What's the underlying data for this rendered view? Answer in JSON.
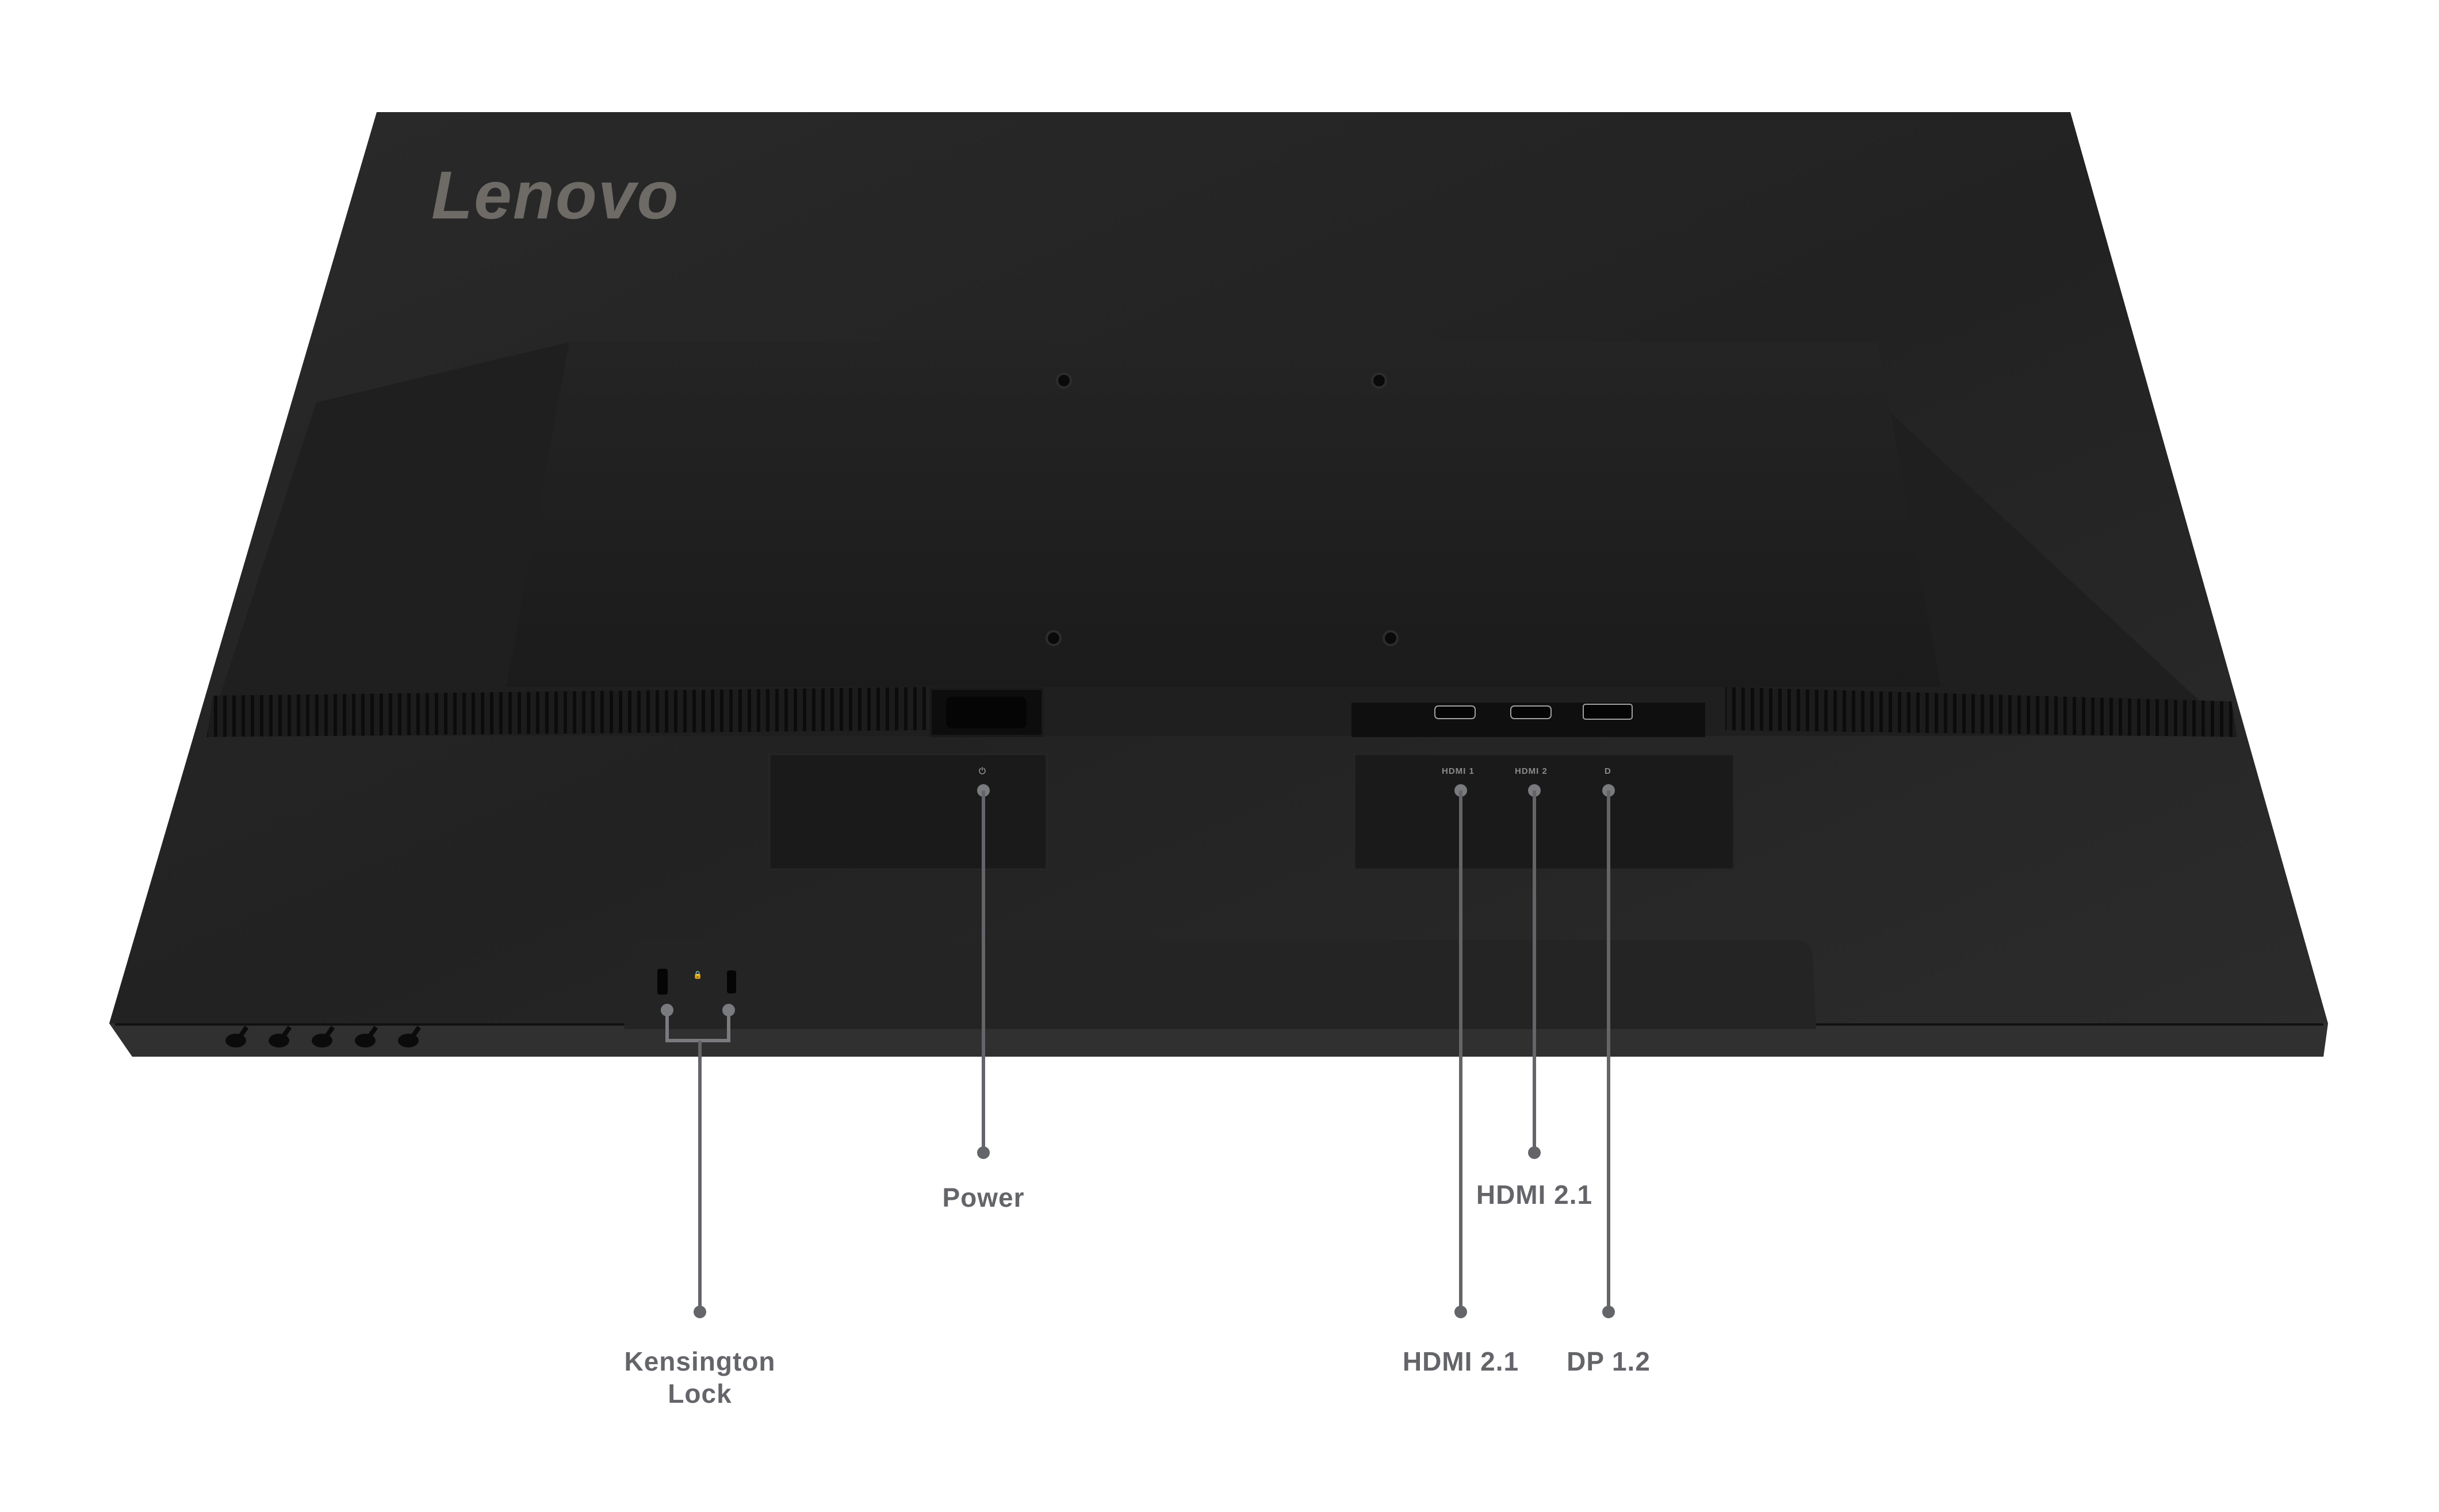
{
  "product": {
    "brand": "Lenovo",
    "view": "monitor rear panel"
  },
  "colors": {
    "background": "#ffffff",
    "chassis": "#232323",
    "chassis_light": "#2e2e2e",
    "stand_plate": "#1e1e1e",
    "callout": "#646569",
    "logo": "#6e6b67"
  },
  "port_tags": {
    "hdmi1": "HDMI 1",
    "hdmi2": "HDMI 2",
    "dp": "D",
    "power_icon": "power-plug-icon",
    "lock_icon": "lock-icon"
  },
  "callouts": [
    {
      "id": "kensington",
      "lines": [
        "Kensington",
        "Lock"
      ]
    },
    {
      "id": "power",
      "lines": [
        "Power"
      ]
    },
    {
      "id": "hdmi2",
      "lines": [
        "HDMI 2.1"
      ]
    },
    {
      "id": "hdmi1",
      "lines": [
        "HDMI 2.1"
      ]
    },
    {
      "id": "dp",
      "lines": [
        "DP 1.2"
      ]
    }
  ]
}
